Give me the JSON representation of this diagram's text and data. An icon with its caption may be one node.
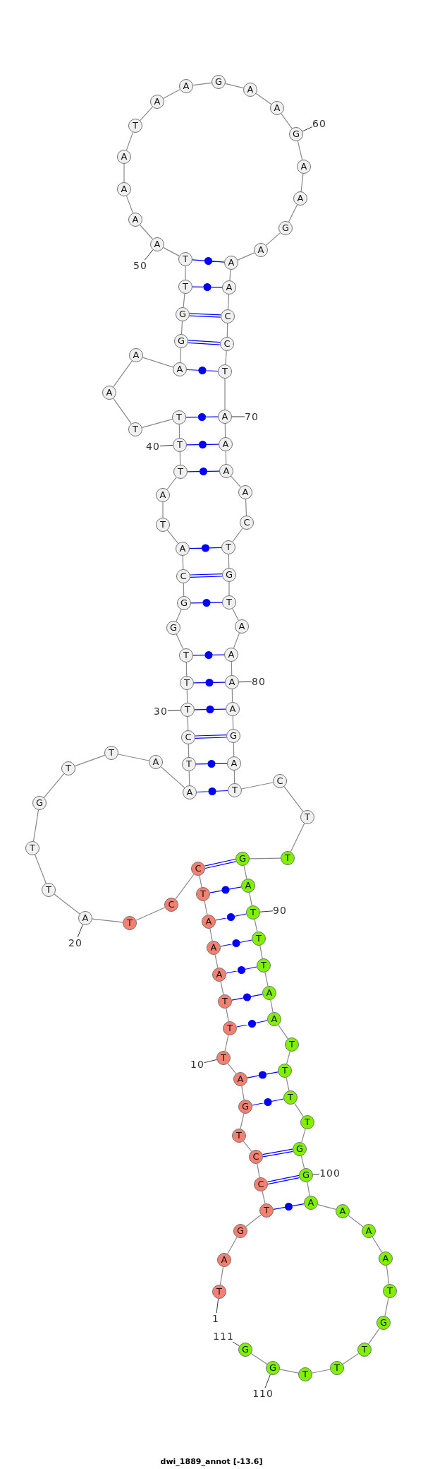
{
  "diagram": {
    "caption": "dwi_1889_annot [-13.6]",
    "nodes": [
      {
        "text": [
          "T"
        ]
      },
      {
        "text": [
          "A"
        ]
      },
      {
        "text": [
          "G"
        ]
      },
      {
        "text": [
          "T"
        ]
      },
      {
        "text": [
          "C"
        ]
      },
      {
        "text": [
          "C"
        ]
      },
      {
        "text": [
          "T"
        ]
      },
      {
        "text": [
          "G"
        ]
      },
      {
        "text": [
          "A"
        ]
      },
      {
        "text": [
          "T"
        ]
      },
      {
        "text": [
          "T"
        ]
      },
      {
        "text": [
          "T"
        ]
      },
      {
        "text": [
          "A"
        ]
      },
      {
        "text": [
          "A"
        ]
      },
      {
        "text": [
          "A"
        ]
      },
      {
        "text": [
          "T"
        ]
      },
      {
        "text": [
          "C"
        ]
      },
      {
        "text": [
          "C"
        ]
      },
      {
        "text": [
          "T"
        ]
      },
      {
        "text": [
          "A"
        ]
      },
      {
        "text": [
          "T"
        ]
      },
      {
        "text": [
          "T"
        ]
      },
      {
        "text": [
          "G"
        ]
      },
      {
        "text": [
          "T"
        ]
      },
      {
        "text": [
          "T"
        ]
      },
      {
        "text": [
          "A"
        ]
      },
      {
        "text": [
          "A"
        ]
      },
      {
        "text": [
          "T"
        ]
      },
      {
        "text": [
          "C"
        ]
      },
      {
        "text": [
          "T"
        ]
      },
      {
        "text": [
          "T"
        ]
      },
      {
        "text": [
          "T"
        ]
      },
      {
        "text": [
          "G"
        ]
      },
      {
        "text": [
          "G"
        ]
      },
      {
        "text": [
          "C"
        ]
      },
      {
        "text": [
          "A"
        ]
      },
      {
        "text": [
          "T"
        ]
      },
      {
        "text": [
          "A"
        ]
      },
      {
        "text": [
          "T"
        ]
      },
      {
        "text": [
          "T"
        ]
      },
      {
        "text": [
          "T"
        ]
      },
      {
        "text": [
          "T"
        ]
      },
      {
        "text": [
          "A"
        ]
      },
      {
        "text": [
          "A"
        ]
      },
      {
        "text": [
          "A"
        ]
      },
      {
        "text": [
          "G"
        ]
      },
      {
        "text": [
          "G"
        ]
      },
      {
        "text": [
          "T"
        ]
      },
      {
        "text": [
          "T"
        ]
      },
      {
        "text": [
          "A"
        ]
      },
      {
        "text": [
          "A"
        ]
      },
      {
        "text": [
          "A"
        ]
      },
      {
        "text": [
          "A"
        ]
      },
      {
        "text": [
          "T"
        ]
      },
      {
        "text": [
          "A"
        ]
      },
      {
        "text": [
          "A"
        ]
      },
      {
        "text": [
          "G"
        ]
      },
      {
        "text": [
          "A"
        ]
      },
      {
        "text": [
          "A"
        ]
      },
      {
        "text": [
          "G"
        ]
      },
      {
        "text": [
          "A"
        ]
      },
      {
        "text": [
          "A"
        ]
      },
      {
        "text": [
          "G"
        ]
      },
      {
        "text": [
          "A"
        ]
      },
      {
        "text": [
          "A"
        ]
      },
      {
        "text": [
          "A"
        ]
      },
      {
        "text": [
          "C"
        ]
      },
      {
        "text": [
          "C"
        ]
      },
      {
        "text": [
          "T"
        ]
      },
      {
        "text": [
          "A"
        ]
      },
      {
        "text": [
          "A"
        ]
      },
      {
        "text": [
          "A"
        ]
      },
      {
        "text": [
          "A"
        ]
      },
      {
        "text": [
          "C"
        ]
      },
      {
        "text": [
          "T"
        ]
      },
      {
        "text": [
          "G"
        ]
      },
      {
        "text": [
          "T"
        ]
      },
      {
        "text": [
          "A"
        ]
      },
      {
        "text": [
          "A"
        ]
      },
      {
        "text": [
          "A"
        ]
      },
      {
        "text": [
          "A"
        ]
      },
      {
        "text": [
          "G"
        ]
      },
      {
        "text": [
          "A"
        ]
      },
      {
        "text": [
          "T"
        ]
      },
      {
        "text": [
          "C"
        ]
      },
      {
        "text": [
          "T"
        ]
      },
      {
        "text": [
          "T"
        ]
      },
      {
        "text": [
          "G"
        ]
      },
      {
        "text": [
          "A"
        ]
      },
      {
        "text": [
          "T"
        ]
      },
      {
        "text": [
          "T"
        ]
      },
      {
        "text": [
          "T"
        ]
      },
      {
        "text": [
          "A"
        ]
      },
      {
        "text": [
          "A"
        ]
      },
      {
        "text": [
          "T"
        ]
      },
      {
        "text": [
          "T"
        ]
      },
      {
        "text": [
          "T"
        ]
      },
      {
        "text": [
          "T"
        ]
      },
      {
        "text": [
          "G"
        ]
      },
      {
        "text": [
          "G"
        ]
      },
      {
        "text": [
          "A"
        ]
      },
      {
        "text": [
          "A"
        ]
      },
      {
        "text": [
          "A"
        ]
      },
      {
        "text": [
          "A"
        ]
      },
      {
        "text": [
          "T"
        ]
      },
      {
        "text": [
          "G"
        ]
      },
      {
        "text": [
          "T"
        ]
      },
      {
        "text": [
          "T"
        ]
      },
      {
        "text": [
          "T"
        ]
      },
      {
        "text": [
          "G"
        ]
      },
      {
        "text": [
          "G"
        ]
      },
      {
        "text": [
          "1"
        ]
      },
      {
        "text": [
          "10"
        ]
      },
      {
        "text": [
          "20"
        ]
      },
      {
        "text": [
          "30"
        ]
      },
      {
        "text": [
          "40"
        ]
      },
      {
        "text": [
          "50"
        ]
      },
      {
        "text": [
          "60"
        ]
      },
      {
        "text": [
          "70"
        ]
      },
      {
        "text": [
          "80"
        ]
      },
      {
        "text": [
          "90"
        ]
      },
      {
        "text": [
          "100"
        ]
      },
      {
        "text": [
          "110"
        ]
      },
      {
        "text": [
          "111"
        ]
      }
    ],
    "edges": [
      {
        "from": 0,
        "to": 1,
        "arrow": "none"
      },
      {
        "from": 1,
        "to": 2,
        "arrow": "none"
      },
      {
        "from": 2,
        "to": 3,
        "arrow": "none"
      },
      {
        "from": 3,
        "to": 4,
        "arrow": "none"
      },
      {
        "from": 4,
        "to": 5,
        "arrow": "none"
      },
      {
        "from": 5,
        "to": 6,
        "arrow": "none"
      },
      {
        "from": 6,
        "to": 7,
        "arrow": "none"
      },
      {
        "from": 7,
        "to": 8,
        "arrow": "none"
      },
      {
        "from": 8,
        "to": 9,
        "arrow": "none"
      },
      {
        "from": 9,
        "to": 10,
        "arrow": "none"
      },
      {
        "from": 10,
        "to": 11,
        "arrow": "none"
      },
      {
        "from": 11,
        "to": 12,
        "arrow": "none"
      },
      {
        "from": 12,
        "to": 13,
        "arrow": "none"
      },
      {
        "from": 13,
        "to": 14,
        "arrow": "none"
      },
      {
        "from": 14,
        "to": 15,
        "arrow": "none"
      },
      {
        "from": 15,
        "to": 16,
        "arrow": "none"
      },
      {
        "from": 16,
        "to": 17,
        "arrow": "none"
      },
      {
        "from": 17,
        "to": 18,
        "arrow": "none"
      },
      {
        "from": 18,
        "to": 19,
        "arrow": "none"
      },
      {
        "from": 19,
        "to": 20,
        "arrow": "none"
      },
      {
        "from": 20,
        "to": 21,
        "arrow": "none"
      },
      {
        "from": 21,
        "to": 22,
        "arrow": "none"
      },
      {
        "from": 22,
        "to": 23,
        "arrow": "none"
      },
      {
        "from": 23,
        "to": 24,
        "arrow": "none"
      },
      {
        "from": 24,
        "to": 25,
        "arrow": "none"
      },
      {
        "from": 25,
        "to": 26,
        "arrow": "none"
      },
      {
        "from": 26,
        "to": 27,
        "arrow": "none"
      },
      {
        "from": 27,
        "to": 28,
        "arrow": "none"
      },
      {
        "from": 28,
        "to": 29,
        "arrow": "none"
      },
      {
        "from": 29,
        "to": 30,
        "arrow": "none"
      },
      {
        "from": 30,
        "to": 31,
        "arrow": "none"
      },
      {
        "from": 31,
        "to": 32,
        "arrow": "none"
      },
      {
        "from": 32,
        "to": 33,
        "arrow": "none"
      },
      {
        "from": 33,
        "to": 34,
        "arrow": "none"
      },
      {
        "from": 34,
        "to": 35,
        "arrow": "none"
      },
      {
        "from": 35,
        "to": 36,
        "arrow": "none"
      },
      {
        "from": 36,
        "to": 37,
        "arrow": "none"
      },
      {
        "from": 37,
        "to": 38,
        "arrow": "none"
      },
      {
        "from": 38,
        "to": 39,
        "arrow": "none"
      },
      {
        "from": 39,
        "to": 40,
        "arrow": "none"
      },
      {
        "from": 40,
        "to": 41,
        "arrow": "none"
      },
      {
        "from": 41,
        "to": 42,
        "arrow": "none"
      },
      {
        "from": 42,
        "to": 43,
        "arrow": "none"
      },
      {
        "from": 43,
        "to": 44,
        "arrow": "none"
      },
      {
        "from": 44,
        "to": 45,
        "arrow": "none"
      },
      {
        "from": 45,
        "to": 46,
        "arrow": "none"
      },
      {
        "from": 46,
        "to": 47,
        "arrow": "none"
      },
      {
        "from": 47,
        "to": 48,
        "arrow": "none"
      },
      {
        "from": 48,
        "to": 49,
        "arrow": "none"
      },
      {
        "from": 49,
        "to": 50,
        "arrow": "none"
      },
      {
        "from": 50,
        "to": 51,
        "arrow": "none"
      },
      {
        "from": 51,
        "to": 52,
        "arrow": "none"
      },
      {
        "from": 52,
        "to": 53,
        "arrow": "none"
      },
      {
        "from": 53,
        "to": 54,
        "arrow": "none"
      },
      {
        "from": 54,
        "to": 55,
        "arrow": "none"
      },
      {
        "from": 55,
        "to": 56,
        "arrow": "none"
      },
      {
        "from": 56,
        "to": 57,
        "arrow": "none"
      },
      {
        "from": 57,
        "to": 58,
        "arrow": "none"
      },
      {
        "from": 58,
        "to": 59,
        "arrow": "none"
      },
      {
        "from": 59,
        "to": 60,
        "arrow": "none"
      },
      {
        "from": 60,
        "to": 61,
        "arrow": "none"
      },
      {
        "from": 61,
        "to": 62,
        "arrow": "none"
      },
      {
        "from": 62,
        "to": 63,
        "arrow": "none"
      },
      {
        "from": 63,
        "to": 64,
        "arrow": "none"
      },
      {
        "from": 64,
        "to": 65,
        "arrow": "none"
      },
      {
        "from": 65,
        "to": 66,
        "arrow": "none"
      },
      {
        "from": 66,
        "to": 67,
        "arrow": "none"
      },
      {
        "from": 67,
        "to": 68,
        "arrow": "none"
      },
      {
        "from": 68,
        "to": 69,
        "arrow": "none"
      },
      {
        "from": 69,
        "to": 70,
        "arrow": "none"
      },
      {
        "from": 70,
        "to": 71,
        "arrow": "none"
      },
      {
        "from": 71,
        "to": 72,
        "arrow": "none"
      },
      {
        "from": 72,
        "to": 73,
        "arrow": "none"
      },
      {
        "from": 73,
        "to": 74,
        "arrow": "none"
      },
      {
        "from": 74,
        "to": 75,
        "arrow": "none"
      },
      {
        "from": 75,
        "to": 76,
        "arrow": "none"
      },
      {
        "from": 76,
        "to": 77,
        "arrow": "none"
      },
      {
        "from": 77,
        "to": 78,
        "arrow": "none"
      },
      {
        "from": 78,
        "to": 79,
        "arrow": "none"
      },
      {
        "from": 79,
        "to": 80,
        "arrow": "none"
      },
      {
        "from": 80,
        "to": 81,
        "arrow": "none"
      },
      {
        "from": 81,
        "to": 82,
        "arrow": "none"
      },
      {
        "from": 82,
        "to": 83,
        "arrow": "none"
      },
      {
        "from": 83,
        "to": 84,
        "arrow": "none"
      },
      {
        "from": 84,
        "to": 85,
        "arrow": "none"
      },
      {
        "from": 85,
        "to": 86,
        "arrow": "none"
      },
      {
        "from": 86,
        "to": 87,
        "arrow": "none"
      },
      {
        "from": 87,
        "to": 88,
        "arrow": "none"
      },
      {
        "from": 88,
        "to": 89,
        "arrow": "none"
      },
      {
        "from": 89,
        "to": 90,
        "arrow": "none"
      },
      {
        "from": 90,
        "to": 91,
        "arrow": "none"
      },
      {
        "from": 91,
        "to": 92,
        "arrow": "none"
      },
      {
        "from": 92,
        "to": 93,
        "arrow": "none"
      },
      {
        "from": 93,
        "to": 94,
        "arrow": "none"
      },
      {
        "from": 94,
        "to": 95,
        "arrow": "none"
      },
      {
        "from": 95,
        "to": 96,
        "arrow": "none"
      },
      {
        "from": 96,
        "to": 97,
        "arrow": "none"
      },
      {
        "from": 97,
        "to": 98,
        "arrow": "none"
      },
      {
        "from": 98,
        "to": 99,
        "arrow": "none"
      },
      {
        "from": 99,
        "to": 100,
        "arrow": "none"
      },
      {
        "from": 100,
        "to": 101,
        "arrow": "none"
      },
      {
        "from": 101,
        "to": 102,
        "arrow": "none"
      },
      {
        "from": 102,
        "to": 103,
        "arrow": "none"
      },
      {
        "from": 103,
        "to": 104,
        "arrow": "none"
      },
      {
        "from": 104,
        "to": 105,
        "arrow": "none"
      },
      {
        "from": 105,
        "to": 106,
        "arrow": "none"
      },
      {
        "from": 106,
        "to": 107,
        "arrow": "none"
      },
      {
        "from": 107,
        "to": 108,
        "arrow": "none"
      },
      {
        "from": 108,
        "to": 109,
        "arrow": "none"
      },
      {
        "from": 109,
        "to": 110,
        "arrow": "none"
      },
      {
        "from": 3,
        "to": 100,
        "arrow": "none",
        "color": "#0000ff"
      },
      {
        "from": 4,
        "to": 99,
        "arrow": "none",
        "color": "#0000ff"
      },
      {
        "from": 5,
        "to": 98,
        "arrow": "none",
        "color": "#0000ff"
      },
      {
        "from": 7,
        "to": 96,
        "arrow": "none",
        "color": "#0000ff"
      },
      {
        "from": 8,
        "to": 95,
        "arrow": "none",
        "color": "#0000ff"
      },
      {
        "from": 10,
        "to": 93,
        "arrow": "none",
        "color": "#0000ff"
      },
      {
        "from": 11,
        "to": 92,
        "arrow": "none",
        "color": "#0000ff"
      },
      {
        "from": 12,
        "to": 91,
        "arrow": "none",
        "color": "#0000ff"
      },
      {
        "from": 13,
        "to": 90,
        "arrow": "none",
        "color": "#0000ff"
      },
      {
        "from": 14,
        "to": 89,
        "arrow": "none",
        "color": "#0000ff"
      },
      {
        "from": 15,
        "to": 88,
        "arrow": "none",
        "color": "#0000ff"
      },
      {
        "from": 16,
        "to": 87,
        "arrow": "none",
        "color": "#0000ff"
      },
      {
        "from": 26,
        "to": 83,
        "arrow": "none",
        "color": "#0000ff"
      },
      {
        "from": 27,
        "to": 82,
        "arrow": "none",
        "color": "#0000ff"
      },
      {
        "from": 28,
        "to": 81,
        "arrow": "none",
        "color": "#0000ff"
      },
      {
        "from": 29,
        "to": 80,
        "arrow": "none",
        "color": "#0000ff"
      },
      {
        "from": 30,
        "to": 79,
        "arrow": "none",
        "color": "#0000ff"
      },
      {
        "from": 31,
        "to": 78,
        "arrow": "none",
        "color": "#0000ff"
      },
      {
        "from": 33,
        "to": 76,
        "arrow": "none",
        "color": "#0000ff"
      },
      {
        "from": 34,
        "to": 75,
        "arrow": "none",
        "color": "#0000ff"
      },
      {
        "from": 35,
        "to": 74,
        "arrow": "none",
        "color": "#0000ff"
      },
      {
        "from": 38,
        "to": 71,
        "arrow": "none",
        "color": "#0000ff"
      },
      {
        "from": 39,
        "to": 70,
        "arrow": "none",
        "color": "#0000ff"
      },
      {
        "from": 40,
        "to": 69,
        "arrow": "none",
        "color": "#0000ff"
      },
      {
        "from": 44,
        "to": 68,
        "arrow": "none",
        "color": "#0000ff"
      },
      {
        "from": 45,
        "to": 67,
        "arrow": "none",
        "color": "#0000ff"
      },
      {
        "from": 46,
        "to": 66,
        "arrow": "none",
        "color": "#0000ff"
      },
      {
        "from": 47,
        "to": 65,
        "arrow": "none",
        "color": "#0000ff"
      },
      {
        "from": 48,
        "to": 64,
        "arrow": "none",
        "color": "#0000ff"
      },
      {
        "from": 111,
        "to": 0,
        "arrow": "none"
      },
      {
        "from": 112,
        "to": 9,
        "arrow": "none"
      },
      {
        "from": 113,
        "to": 19,
        "arrow": "none"
      },
      {
        "from": 114,
        "to": 29,
        "arrow": "none"
      },
      {
        "from": 115,
        "to": 39,
        "arrow": "none"
      },
      {
        "from": 116,
        "to": 49,
        "arrow": "none"
      },
      {
        "from": 117,
        "to": 59,
        "arrow": "none"
      },
      {
        "from": 118,
        "to": 69,
        "arrow": "none"
      },
      {
        "from": 119,
        "to": 79,
        "arrow": "none"
      },
      {
        "from": 120,
        "to": 89,
        "arrow": "none"
      },
      {
        "from": 121,
        "to": 99,
        "arrow": "none"
      },
      {
        "from": 122,
        "to": 109,
        "arrow": "none"
      },
      {
        "from": 123,
        "to": 110,
        "arrow": "none"
      }
    ]
  }
}
